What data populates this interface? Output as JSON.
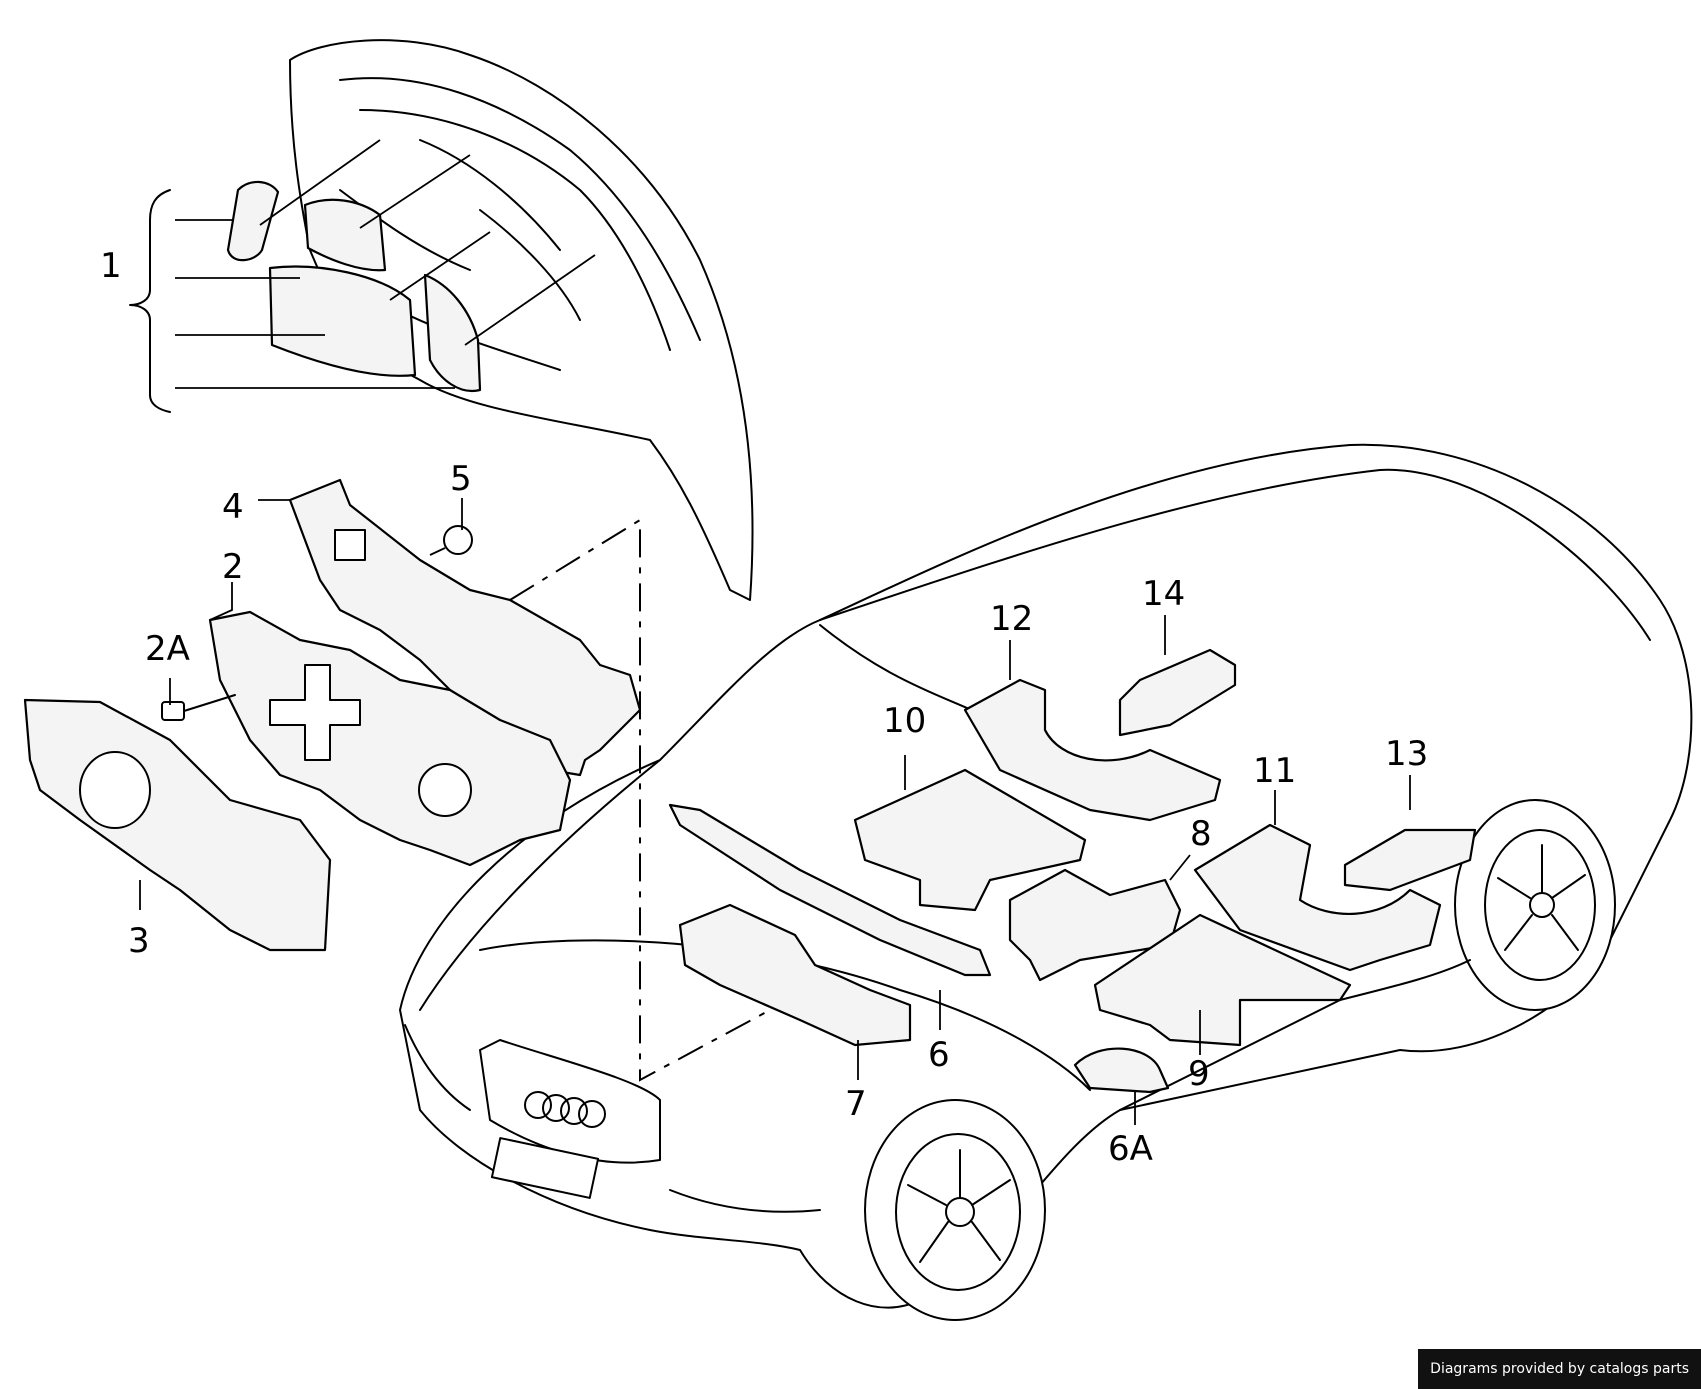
{
  "callouts": {
    "c1": "1",
    "c2": "2",
    "c2a": "2A",
    "c3": "3",
    "c4": "4",
    "c5": "5",
    "c6": "6",
    "c6a": "6A",
    "c7": "7",
    "c8": "8",
    "c9": "9",
    "c10": "10",
    "c11": "11",
    "c12": "12",
    "c13": "13",
    "c14": "14"
  },
  "footer": {
    "credit": "Diagrams provided by catalogs parts"
  },
  "colors": {
    "ink": "#000000",
    "paper": "#ffffff",
    "badge": "#111111"
  }
}
